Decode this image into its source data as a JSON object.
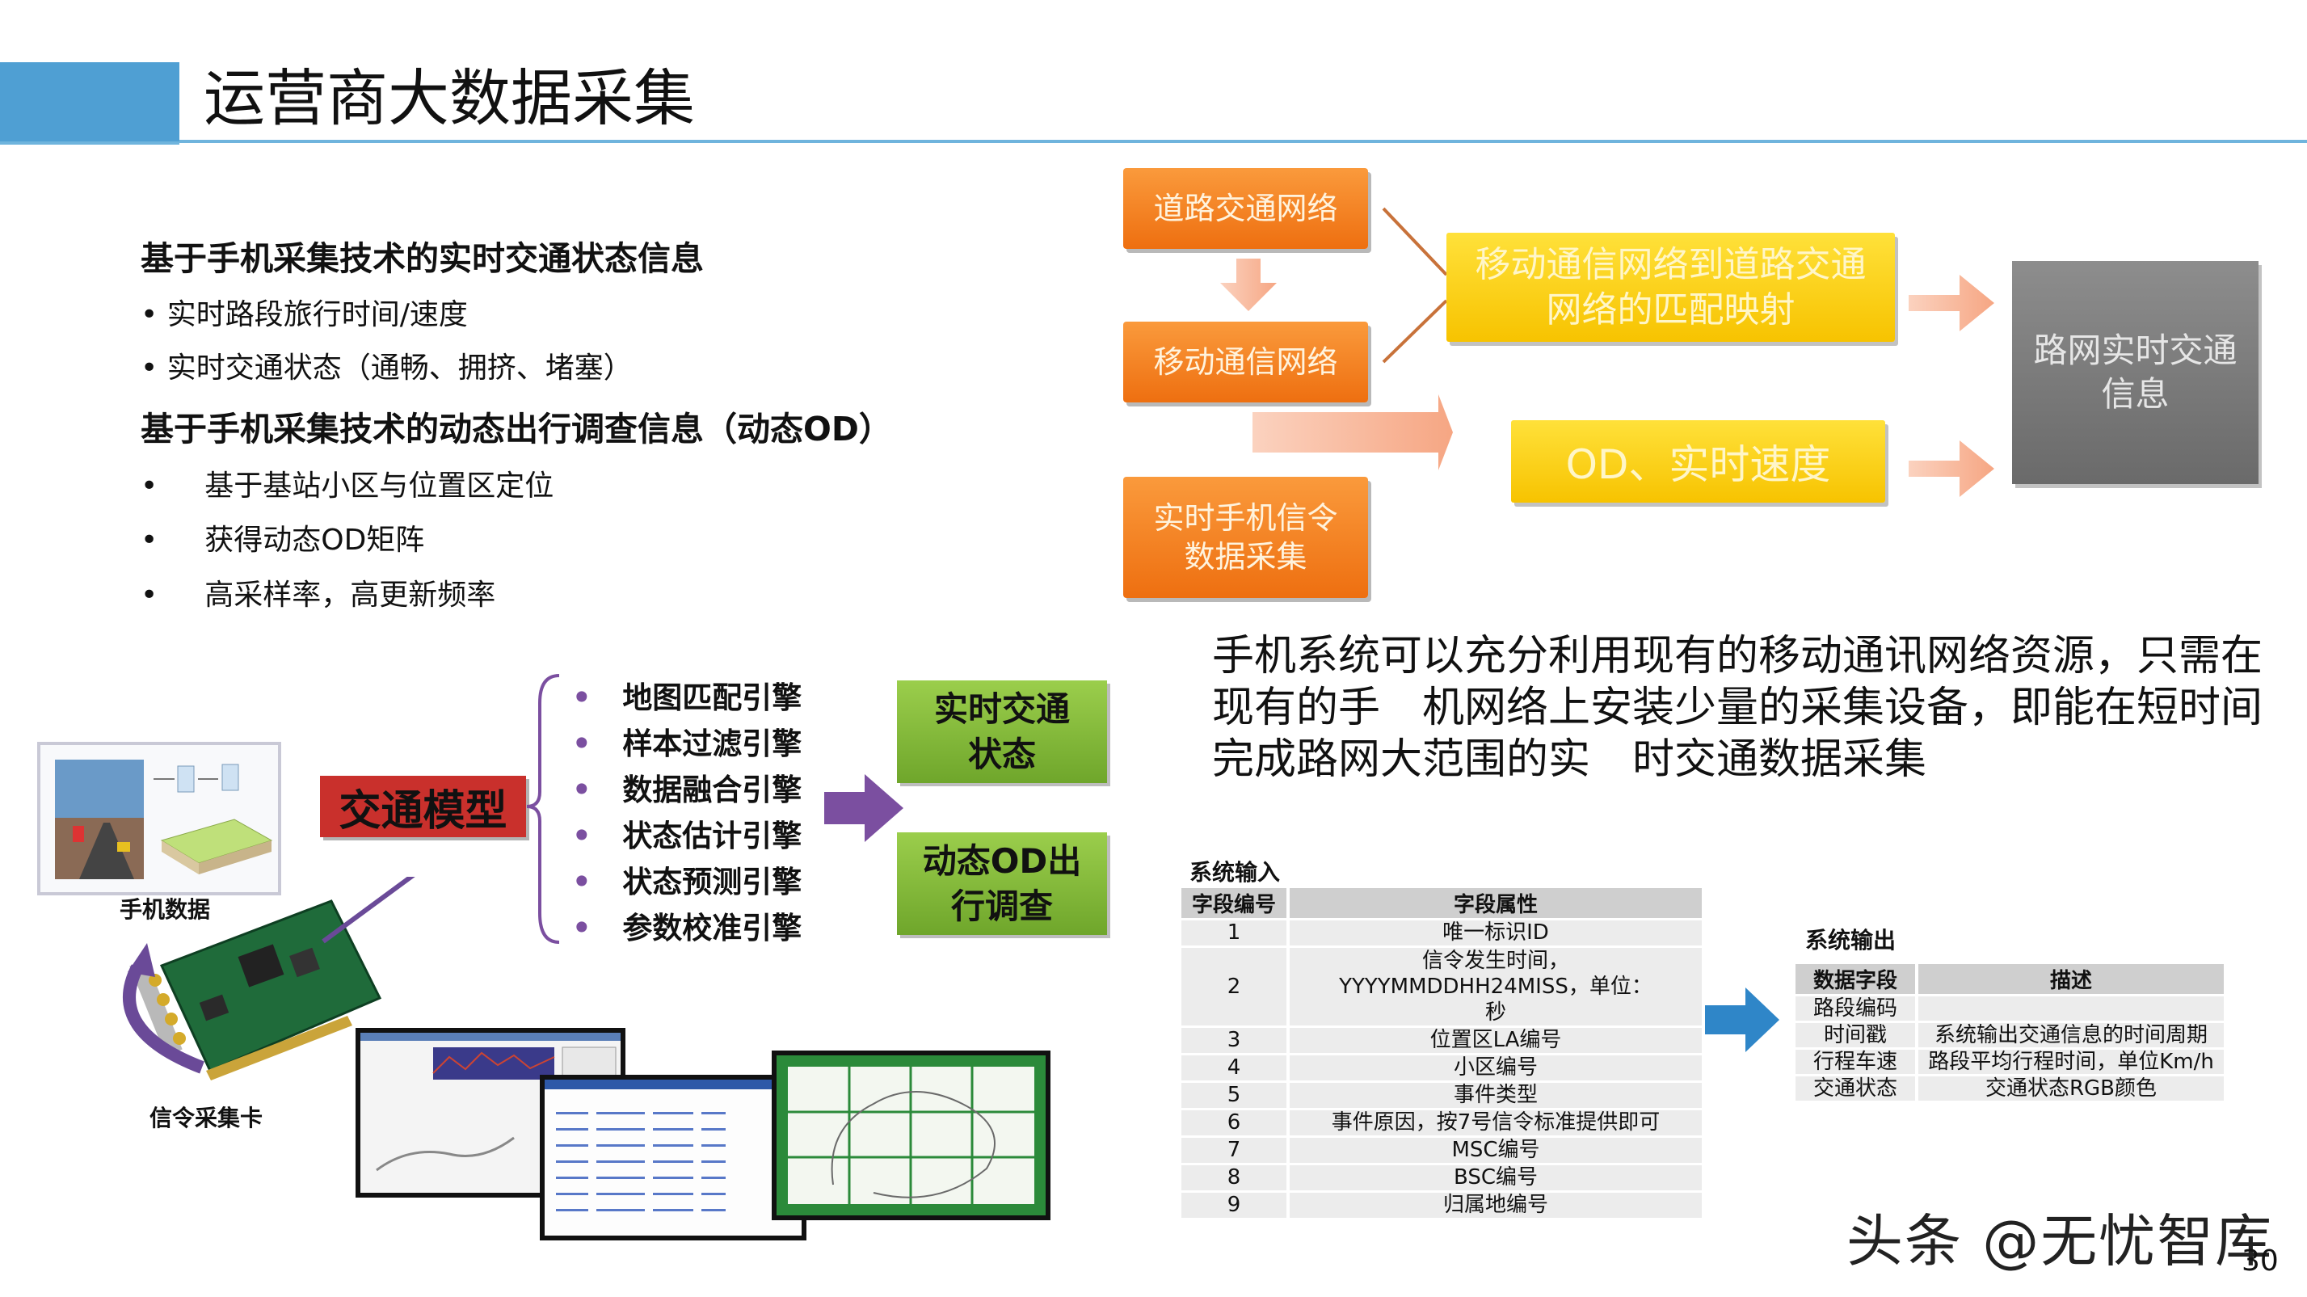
{
  "title": "运营商大数据采集",
  "left": {
    "heading1": "基于手机采集技术的实时交通状态信息",
    "bullets1": [
      "实时路段旅行时间/速度",
      "实时交通状态（通畅、拥挤、堵塞）"
    ],
    "heading2": "基于手机采集技术的动态出行调查信息（动态OD）",
    "bullets2": [
      "基于基站小区与位置区定位",
      "获得动态OD矩阵",
      "高采样率，高更新频率"
    ]
  },
  "flow": {
    "road_network": "道路交通网络",
    "mobile_network": "移动通信网络",
    "signaling": "实时手机信令数据采集",
    "mapping": "移动通信网络到道路交通网络的匹配映射",
    "od_speed": "OD、实时速度",
    "result": "路网实时交通信息"
  },
  "model": {
    "label": "交通模型",
    "engines": [
      "地图匹配引擎",
      "样本过滤引擎",
      "数据融合引擎",
      "状态估计引擎",
      "状态预测引擎",
      "参数校准引擎"
    ],
    "outputs": [
      "实时交通状态",
      "动态OD出行调查"
    ],
    "phone_data_label": "手机数据",
    "card_label": "信令采集卡"
  },
  "paragraph": "手机系统可以充分利用现有的移动通讯网络资源，只需在现有的手　机网络上安装少量的采集设备，即能在短时间完成路网大范围的实　时交通数据采集",
  "input_table": {
    "caption": "系统输入",
    "headers": [
      "字段编号",
      "字段属性"
    ],
    "rows": [
      [
        "1",
        "唯一标识ID"
      ],
      [
        "2",
        "信令发生时间，YYYYMMDDHH24MISS，单位：秒"
      ],
      [
        "3",
        "位置区LA编号"
      ],
      [
        "4",
        "小区编号"
      ],
      [
        "5",
        "事件类型"
      ],
      [
        "6",
        "事件原因，按7号信令标准提供即可"
      ],
      [
        "7",
        "MSC编号"
      ],
      [
        "8",
        "BSC编号"
      ],
      [
        "9",
        "归属地编号"
      ]
    ]
  },
  "output_table": {
    "caption": "系统输出",
    "headers": [
      "数据字段",
      "描述"
    ],
    "rows": [
      [
        "路段编码",
        ""
      ],
      [
        "时间戳",
        "系统输出交通信息的时间周期"
      ],
      [
        "行程车速",
        "路段平均行程时间，单位Km/h"
      ],
      [
        "交通状态",
        "交通状态RGB颜色"
      ]
    ]
  },
  "watermark": "头条 @无忧智库",
  "page_number": "30",
  "colors": {
    "header_blue": "#4f9fd3",
    "orange": "#f07a1c",
    "yellow": "#f9cf12",
    "gray": "#7a7a7a",
    "green": "#7db737",
    "model_red": "#c9302c",
    "purple": "#7b4fa0",
    "blue_arrow": "#2f86c8"
  }
}
